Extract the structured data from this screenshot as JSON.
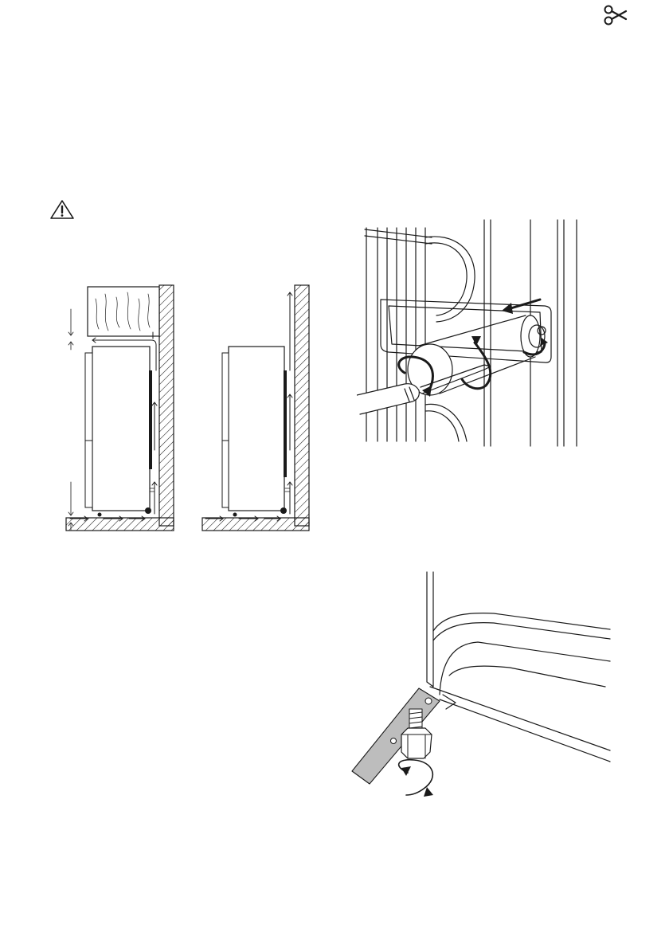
{
  "page": {
    "icons": [
      "scissors-icon",
      "warning-icon"
    ],
    "figures": [
      "ventilation-diagram-with-cabinet",
      "ventilation-diagram-free-standing",
      "spacer-mounting-illustration",
      "adjustable-foot-illustration"
    ]
  }
}
